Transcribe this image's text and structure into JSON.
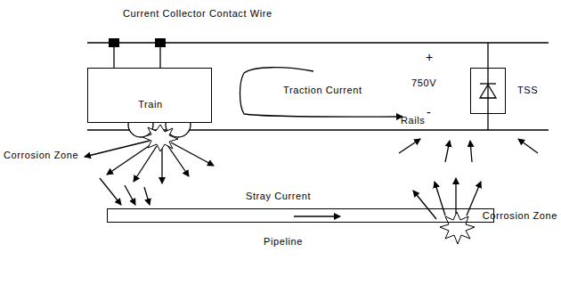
{
  "diagram": {
    "nodes": [
      {
        "text": [
          "Train"
        ]
      },
      {
        "text": [
          "TSS"
        ]
      },
      {
        "text": [
          "Pipeline"
        ]
      }
    ],
    "labels": [
      "Current Collector Contact Wire",
      "Traction Current",
      "+",
      "750V",
      "-",
      "Rails",
      "Corrosion Zone",
      "Corrosion Zone",
      "Stray Current"
    ]
  }
}
